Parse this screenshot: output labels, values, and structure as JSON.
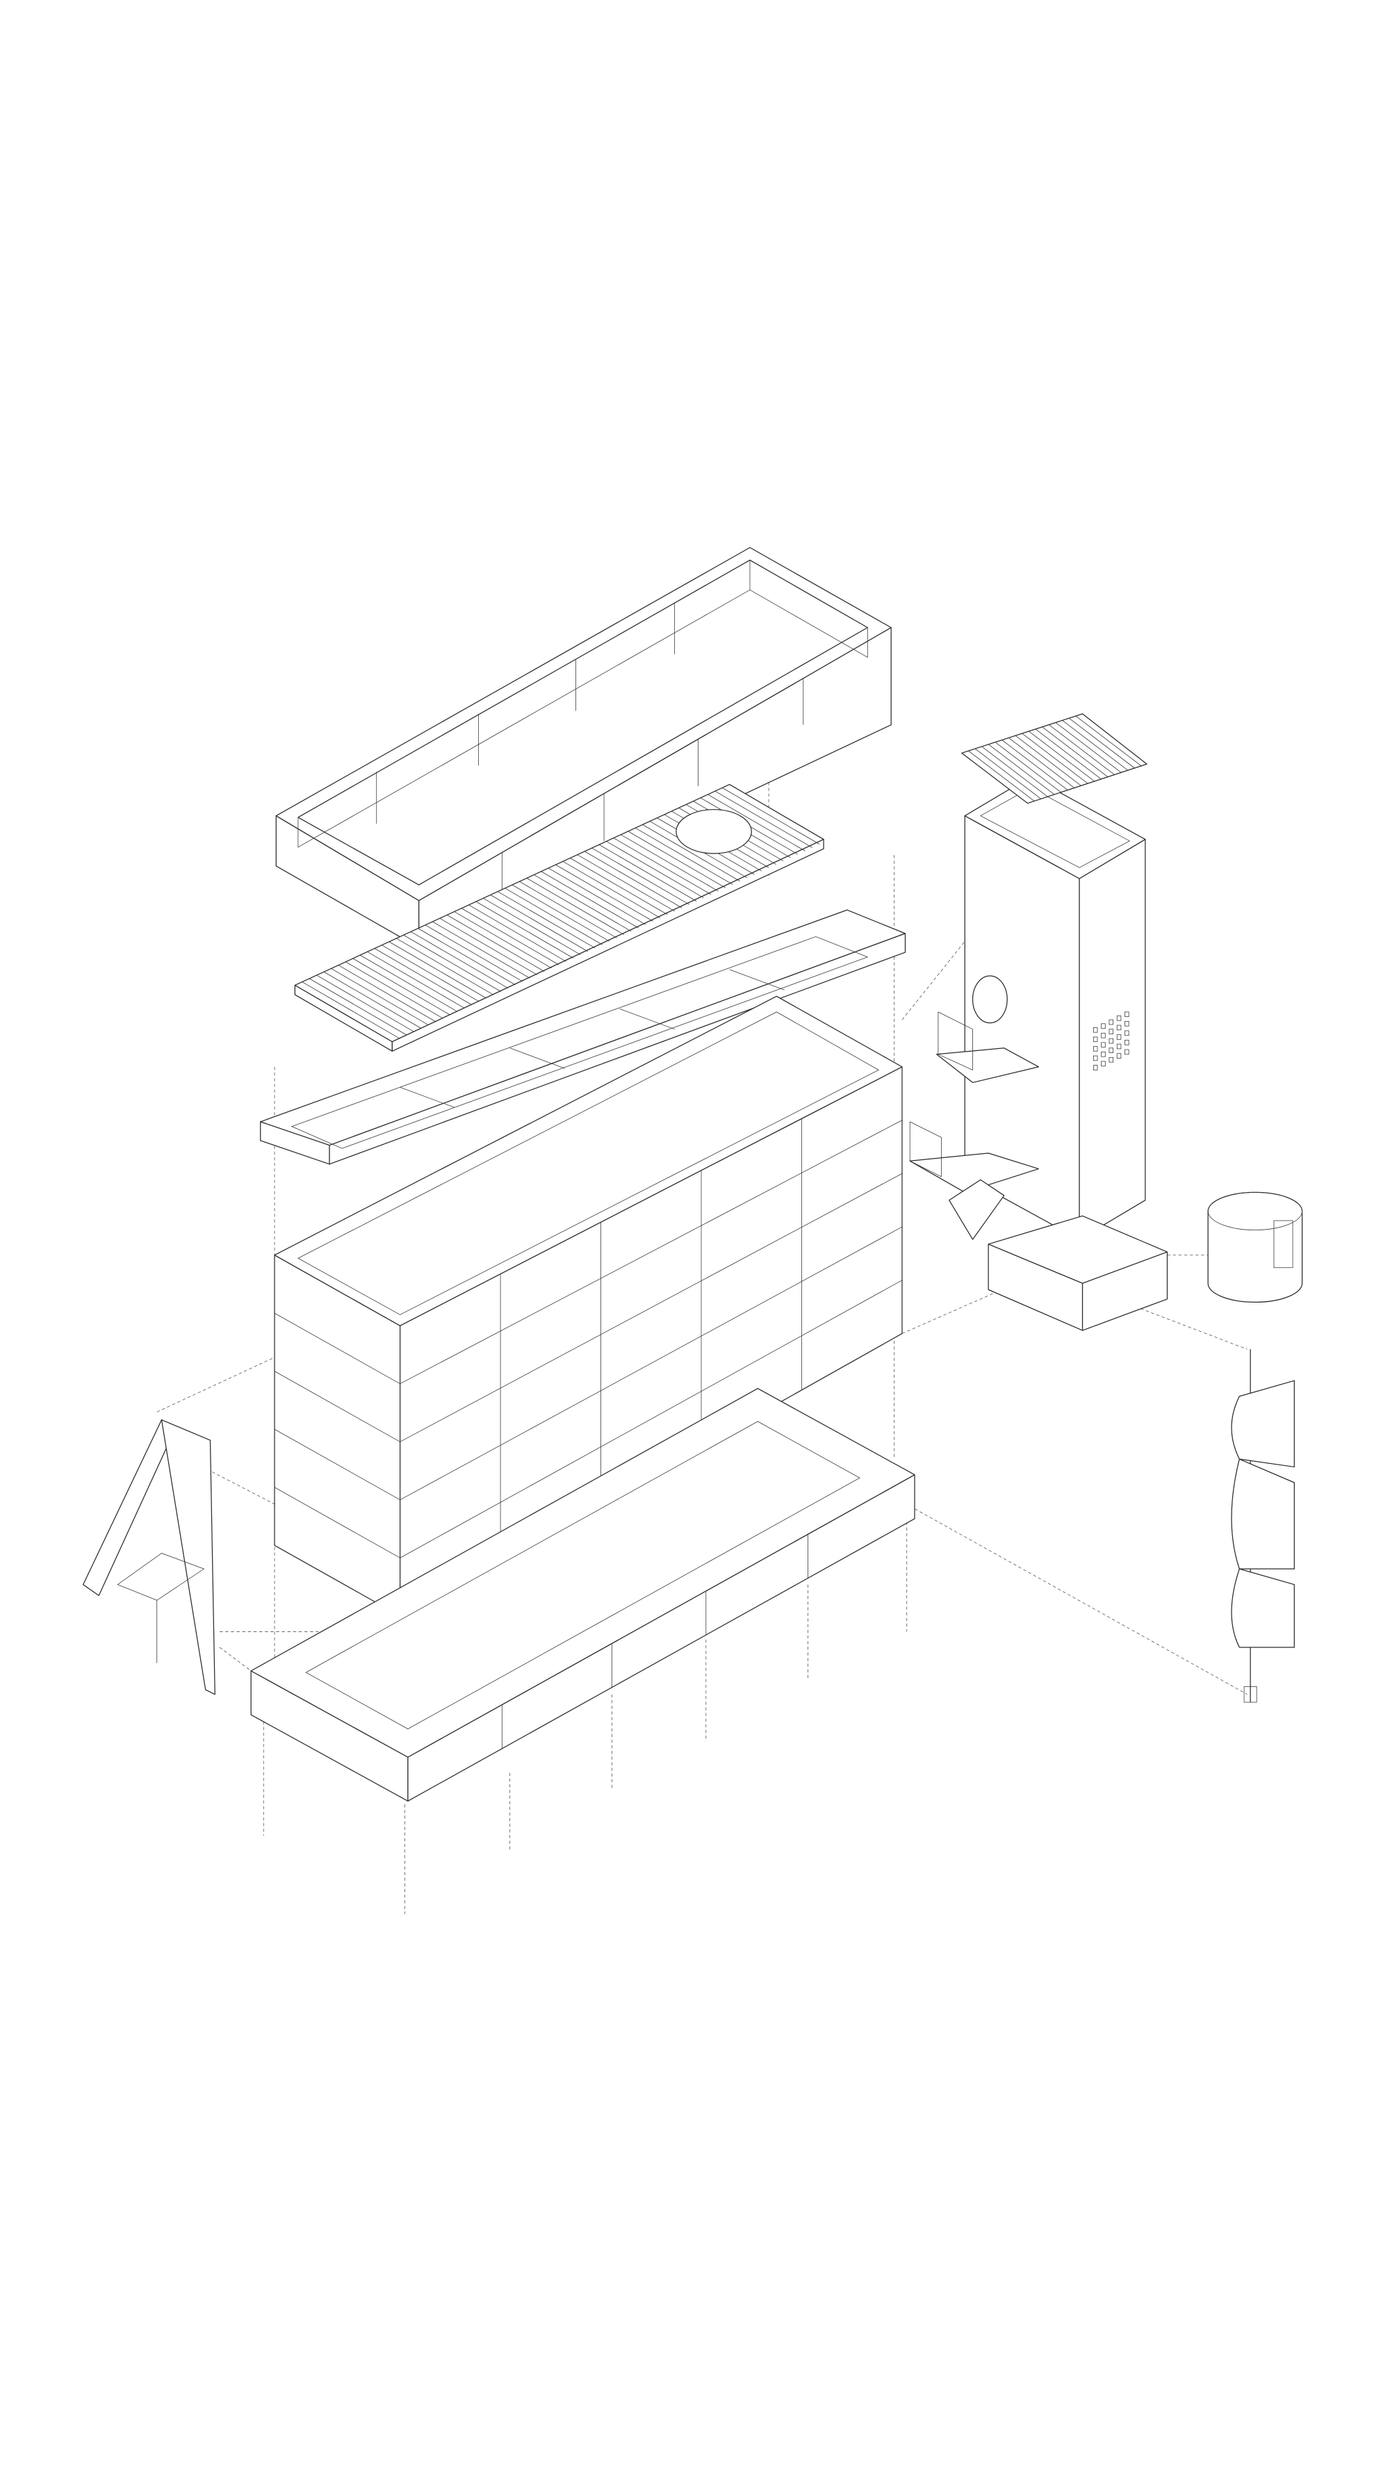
{
  "drawing": {
    "style": "exploded axonometric line drawing",
    "background_color": "#ffffff",
    "line_color": "#2a2a2a",
    "components": [
      "roof-parapet-box",
      "corrugated-roof-deck",
      "steel-roof-frame",
      "main-facade-block",
      "concrete-plinth",
      "service-tower",
      "tower-roof-grating",
      "tower-balconies",
      "bench-crate",
      "cylindrical-pod",
      "spiral-staircase",
      "folding-canopy"
    ],
    "facade_rows": 5,
    "facade_columns": 5
  }
}
